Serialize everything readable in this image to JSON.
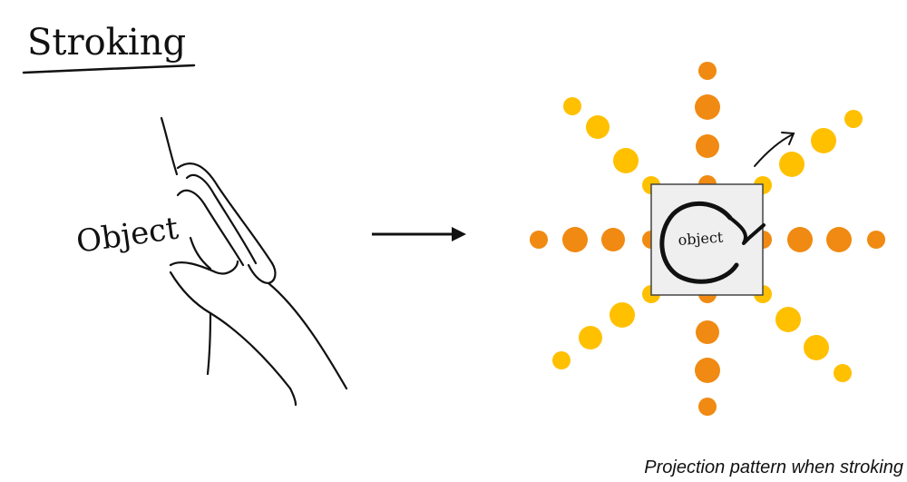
{
  "title": "Stroking",
  "hand_label": "Object",
  "object_label": "object",
  "caption": "Projection pattern when stroking",
  "colors": {
    "orange": "#F08A12",
    "yellow": "#FFC000",
    "box_fill": "#EFEFEF",
    "ink": "#111111"
  }
}
